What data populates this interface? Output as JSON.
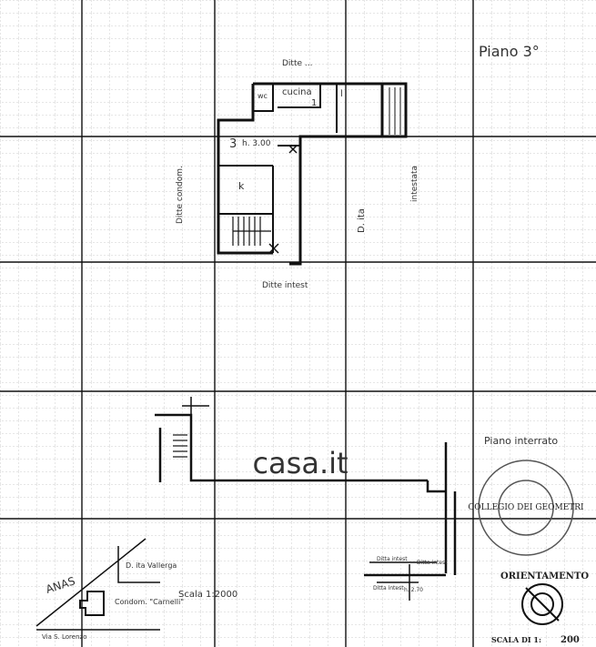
{
  "labels": {
    "piano_3": "Piano 3°",
    "ditte_top": "Ditte ... ",
    "cucina": "cucina",
    "wc": "wc",
    "room_l": "l",
    "room_1": "1",
    "room_3": "3",
    "height": "h. 3.00",
    "k": "k",
    "ditte_condom": "Ditte condom.",
    "intestata_right": "intestata",
    "d_ita": "D. ita",
    "ditte_intest": "Ditte   intest",
    "piano_interrato": "Piano interrato",
    "stamp_text": "COLLEGIO DEI GEOMETRI",
    "anas": "ANAS",
    "d_ita_vallerga": "D. ita Vallerga",
    "condom_carnelli": "Condom. \"Carnelli\"",
    "via": "Via S. Lorenzo",
    "scala_2000": "Scala 1:2000",
    "ditta_intest_1": "Ditta intest",
    "ditta_intest_2": "Ditta intest",
    "ditta_intest_3": "Ditta intest",
    "h_small": "h. 2.70",
    "orientamento": "ORIENTAMENTO",
    "scala_bottom": "SCALA DI 1:",
    "scala_bottom_value": "200",
    "watermark": "casa.it"
  }
}
